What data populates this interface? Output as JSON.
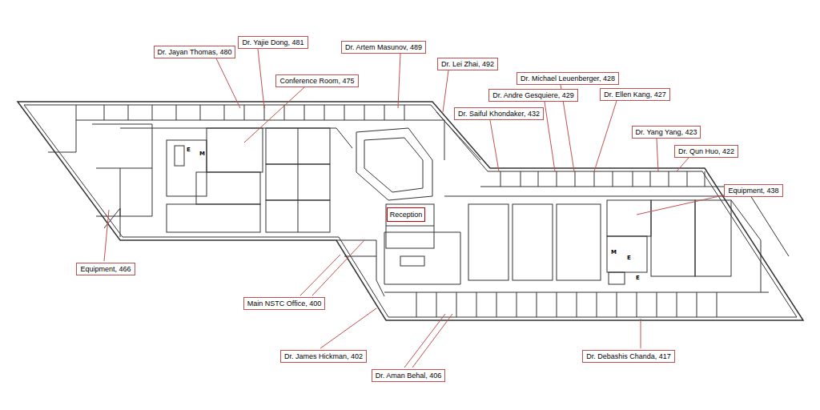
{
  "diagram": {
    "nodes": [
      {
        "text": [
          "Dr. Jayan Thomas, 480"
        ]
      },
      {
        "text": [
          "Dr. Yajie Dong, 481"
        ]
      },
      {
        "text": [
          "Conference Room, 475"
        ]
      },
      {
        "text": [
          "Dr. Artem Masunov, 489"
        ]
      },
      {
        "text": [
          "Dr. Lei Zhai, 492"
        ]
      },
      {
        "text": [
          "Dr. Michael Leuenberger, 428"
        ]
      },
      {
        "text": [
          "Dr. Andre Gesquiere, 429"
        ]
      },
      {
        "text": [
          "Dr. Ellen Kang, 427"
        ]
      },
      {
        "text": [
          "Dr. Saiful Khondaker, 432"
        ]
      },
      {
        "text": [
          "Dr. Yang Yang, 423"
        ]
      },
      {
        "text": [
          "Dr. Qun Huo, 422"
        ]
      },
      {
        "text": [
          "Equipment, 438"
        ]
      },
      {
        "text": [
          "Reception"
        ]
      },
      {
        "text": [
          "Equipment, 466"
        ]
      },
      {
        "text": [
          "Main NSTC Office, 400"
        ]
      },
      {
        "text": [
          "Dr. James Hickman, 402"
        ]
      },
      {
        "text": [
          "Dr. Aman Behal, 406"
        ]
      },
      {
        "text": [
          "Dr. Debashis Chanda, 417"
        ]
      }
    ],
    "labels": [
      "E",
      "M",
      "M",
      "E",
      "E"
    ]
  }
}
